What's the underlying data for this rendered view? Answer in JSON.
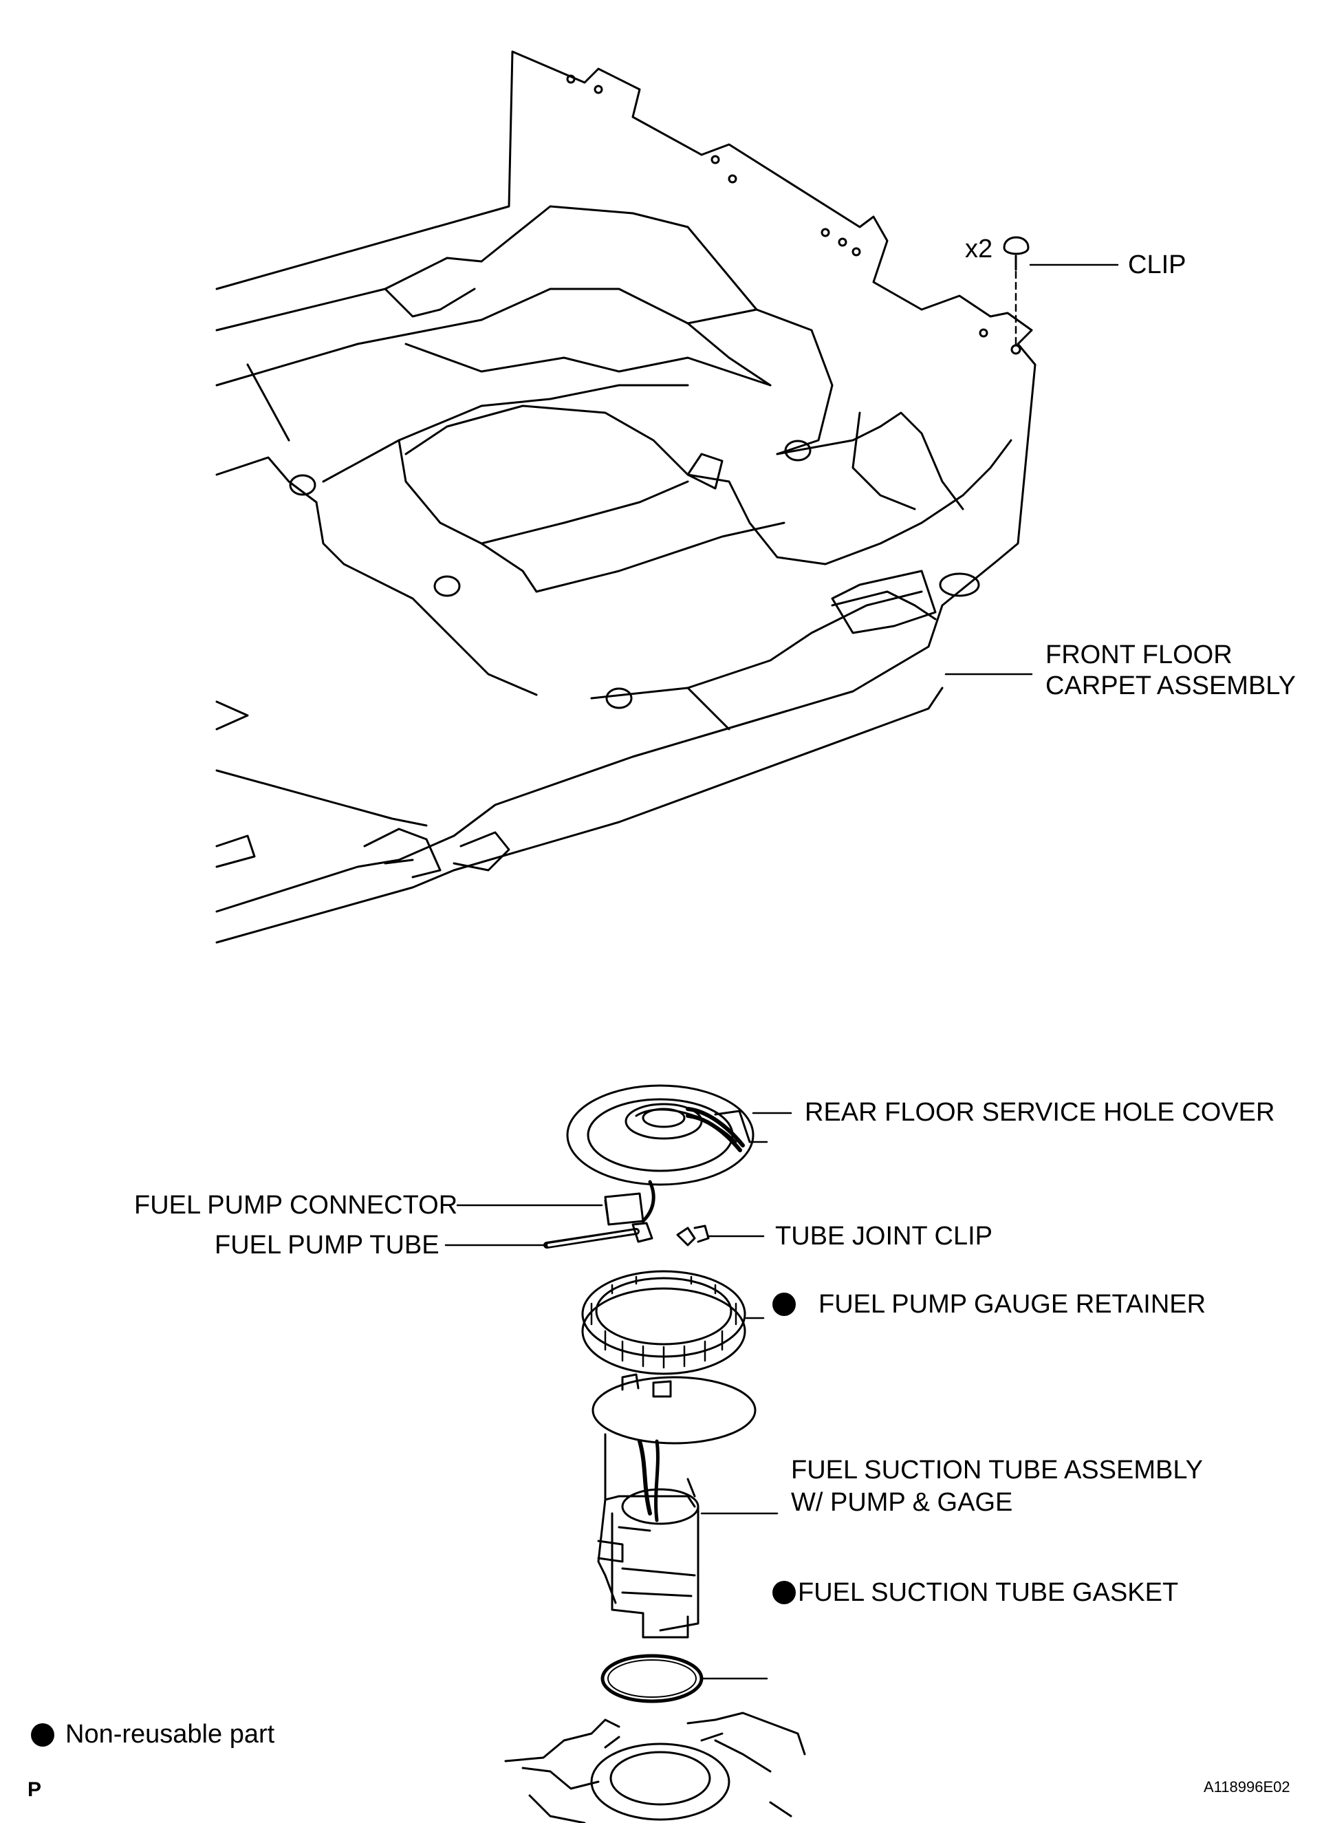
{
  "callouts": {
    "qty": "x2",
    "clip": "CLIP",
    "carpet_line1": "FRONT FLOOR",
    "carpet_line2": "CARPET ASSEMBLY",
    "service_cover": "REAR FLOOR SERVICE HOLE COVER",
    "pump_connector": "FUEL PUMP CONNECTOR",
    "pump_tube": "FUEL PUMP TUBE",
    "tube_joint_clip": "TUBE JOINT CLIP",
    "gauge_retainer": "FUEL PUMP GAUGE RETAINER",
    "suction_line1": "FUEL SUCTION TUBE ASSEMBLY",
    "suction_line2": "W/ PUMP & GAGE",
    "suction_gasket": "FUEL SUCTION TUBE GASKET"
  },
  "legend": {
    "symbol": "non-reusable-dot-icon",
    "text": "Non-reusable part"
  },
  "footer": {
    "corner_mark": "P",
    "figure_id": "A118996E02"
  },
  "colors": {
    "ink": "#000000",
    "paper": "#ffffff"
  }
}
